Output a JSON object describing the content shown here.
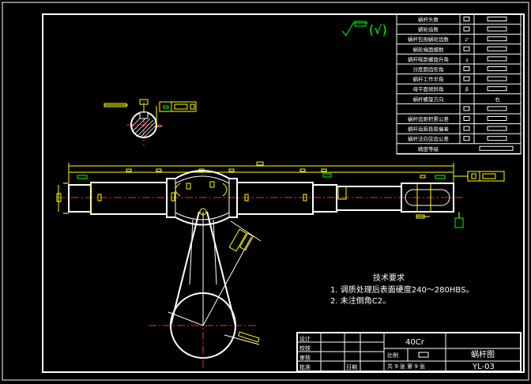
{
  "param_table": {
    "rows": [
      {
        "label": "蜗杆头数",
        "symbol": "",
        "value": ""
      },
      {
        "label": "蜗轮齿数",
        "symbol": "",
        "value": ""
      },
      {
        "label": "蜗杆包围蜗轮齿数",
        "symbol": "z'",
        "value": ""
      },
      {
        "label": "蜗轮端面模数",
        "symbol": "",
        "value": ""
      },
      {
        "label": "蜗杆喉部螺旋升角",
        "symbol": "γ",
        "value": ""
      },
      {
        "label": "分度圆齿形角",
        "symbol": "",
        "value": ""
      },
      {
        "label": "蜗杆工作半角",
        "symbol": "",
        "value": ""
      },
      {
        "label": "母平面倾斜角",
        "symbol": "β",
        "value": ""
      },
      {
        "label": "蜗杆螺旋方向",
        "symbol": "",
        "value": "右"
      },
      {
        "label": "",
        "symbol": "",
        "value": ""
      },
      {
        "label": "蜗杆齿距积累公差",
        "symbol": "",
        "value": ""
      },
      {
        "label": "蜗杆齿距极限偏差",
        "symbol": "",
        "value": ""
      },
      {
        "label": "蜗杆法向弦齿公差",
        "symbol": "",
        "value": ""
      },
      {
        "label": "精度等级",
        "symbol": "",
        "value": ""
      }
    ]
  },
  "tech_requirements": {
    "title": "技术要求",
    "items": [
      "1. 调质处理后表面硬度240～280HBS。",
      "2. 未注倒角C2。"
    ]
  },
  "title_block": {
    "design": "设计",
    "check": "校核",
    "review": "审核",
    "approve": "批准",
    "date": "日期",
    "material": "40Cr",
    "scale": "比例",
    "drawing_name": "蜗杆图",
    "drawing_no": "YL-03",
    "sheet_info": "共 9 张   第 9 张"
  },
  "roughness_note": "(√)",
  "colors": {
    "outline": "#ffffff",
    "dimension": "#ffff00",
    "centerline": "#ff2a2a",
    "annotation": "#00ff00",
    "background": "#000000"
  }
}
